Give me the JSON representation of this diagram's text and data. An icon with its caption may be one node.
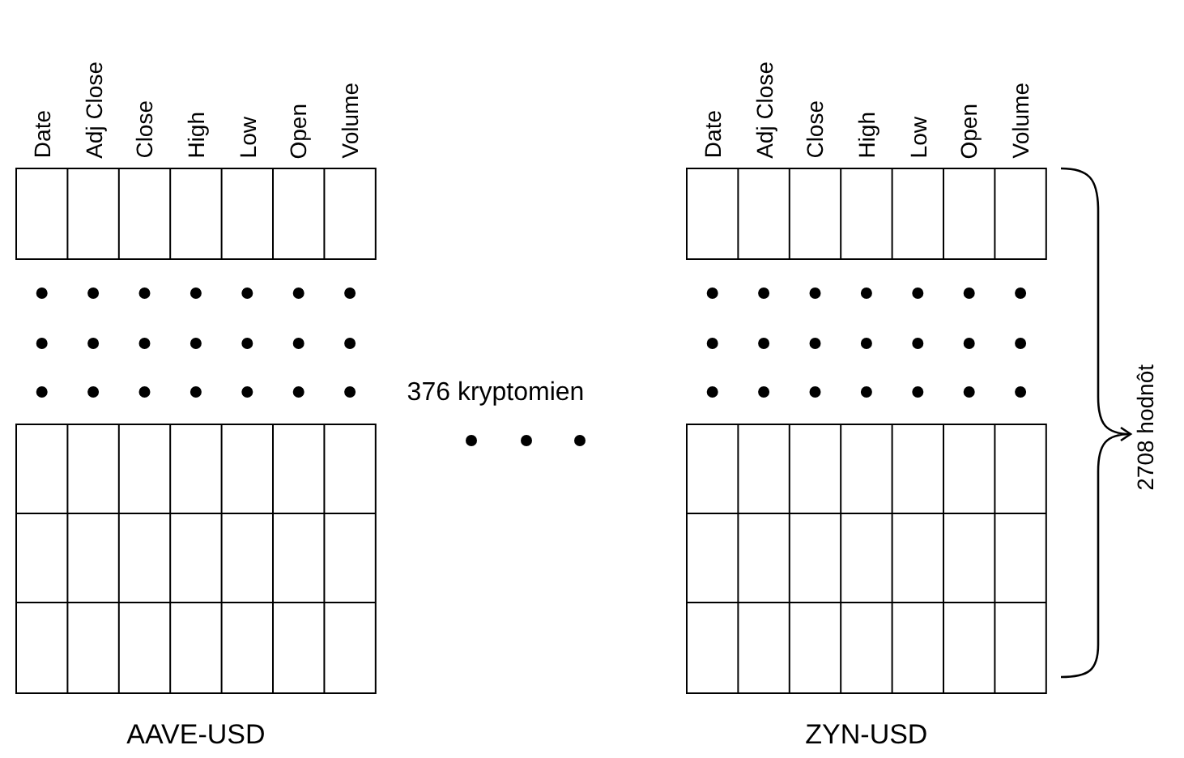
{
  "diagram": {
    "labels": [
      "Date",
      "Adj Close",
      "Close",
      "High",
      "Low",
      "Open",
      "Volume",
      "Date",
      "Adj Close",
      "Close",
      "High",
      "Low",
      "Open",
      "Volume",
      "376 kryptomien",
      "2708 hodnôt",
      "AAVE-USD",
      "ZYN-USD"
    ]
  }
}
